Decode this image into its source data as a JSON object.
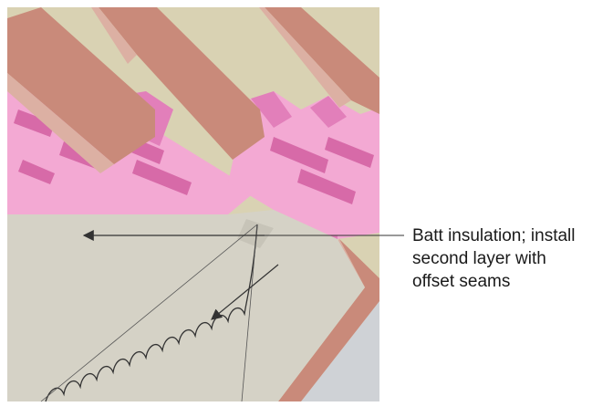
{
  "callout": {
    "lines": [
      "Batt insulation; install",
      "second layer with",
      "offset seams"
    ]
  },
  "colors": {
    "background": "#ffffff",
    "subfloor": "#d9d2b3",
    "joist_face": "#c98a7a",
    "joist_edge": "#dcb0a3",
    "insulation": "#f3a9d3",
    "insulation_dark": "#e27fba",
    "insulation_slot": "#d76aa8",
    "batt_layer": "#d5d2c6",
    "wall_gray": "#cfd2d6",
    "line": "#333333"
  }
}
